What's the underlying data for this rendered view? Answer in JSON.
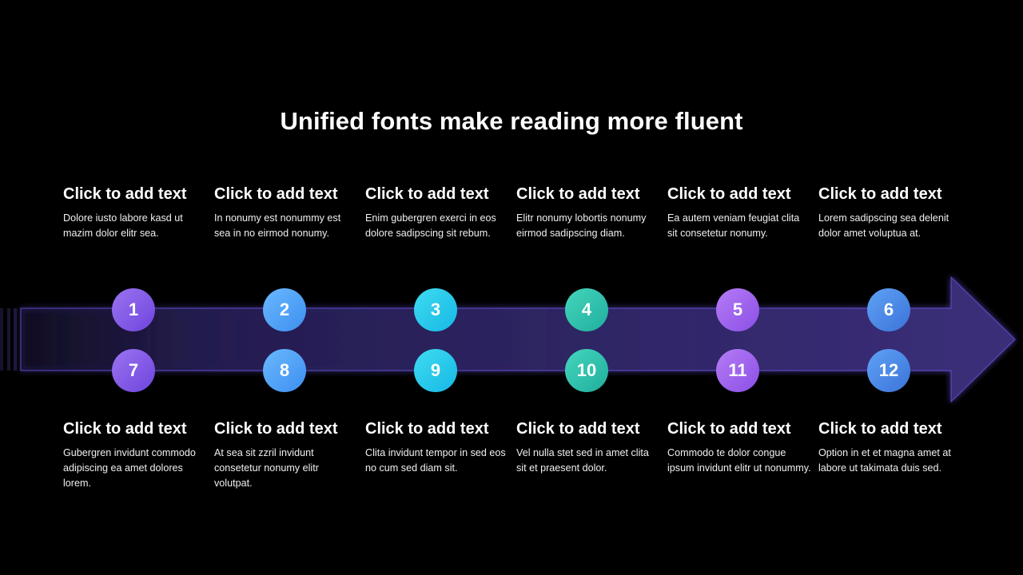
{
  "title": "Unified fonts make reading more fluent",
  "colors": {
    "background": "#000000",
    "arrow": "#3b2f7a",
    "arrow_edge": "#6a55e0"
  },
  "top_items": [
    {
      "number": "1",
      "heading": "Click to add text",
      "body": "Dolore iusto labore kasd ut mazim dolor elitr sea."
    },
    {
      "number": "2",
      "heading": "Click to add text",
      "body": "In nonumy est nonummy est sea in no eirmod nonumy."
    },
    {
      "number": "3",
      "heading": "Click to add text",
      "body": "Enim gubergren exerci in eos dolore sadipscing sit rebum."
    },
    {
      "number": "4",
      "heading": "Click to add text",
      "body": "Elitr nonumy lobortis nonumy eirmod sadipscing diam."
    },
    {
      "number": "5",
      "heading": "Click to add text",
      "body": "Ea autem veniam feugiat clita sit consetetur nonumy."
    },
    {
      "number": "6",
      "heading": "Click to add text",
      "body": "Lorem sadipscing sea delenit dolor amet voluptua at."
    }
  ],
  "bottom_items": [
    {
      "number": "7",
      "heading": "Click to add text",
      "body": "Gubergren invidunt commodo adipiscing ea amet dolores lorem."
    },
    {
      "number": "8",
      "heading": "Click to add text",
      "body": "At sea sit zzril invidunt consetetur nonumy elitr volutpat."
    },
    {
      "number": "9",
      "heading": "Click to add text",
      "body": "Clita invidunt tempor in sed eos no cum sed diam sit."
    },
    {
      "number": "10",
      "heading": "Click to add text",
      "body": "Vel nulla stet sed in amet clita sit et praesent dolor."
    },
    {
      "number": "11",
      "heading": "Click to add text",
      "body": "Commodo te dolor congue ipsum invidunt elitr ut nonummy."
    },
    {
      "number": "12",
      "heading": "Click to add text",
      "body": "Option in et et magna amet at labore ut takimata duis sed."
    }
  ]
}
